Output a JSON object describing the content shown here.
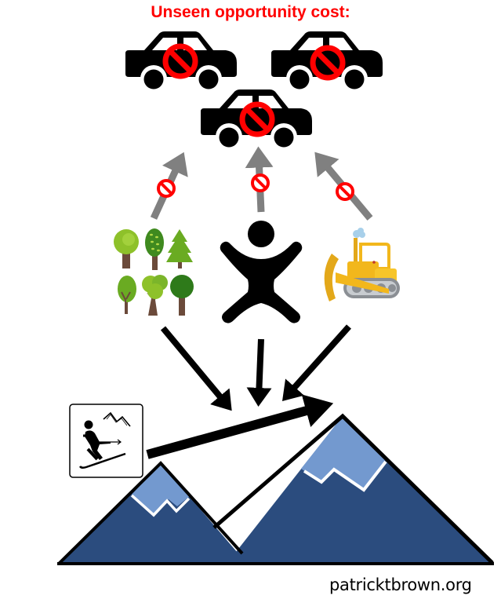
{
  "diagram": {
    "title": "Unseen opportunity cost:",
    "credit": "patricktbrown.org",
    "colors": {
      "title_red": "#ff0000",
      "prohibited_red": "#ff0000",
      "gray_arrow": "#808080",
      "black_arrow": "#000000",
      "mountain_dark": "#2b4c7e",
      "mountain_snow": "#7399cf",
      "snow_line": "#ffffff"
    },
    "nodes": {
      "opportunity_costs": [
        {
          "id": "car-1",
          "icon": "car-icon",
          "overlay": "prohibited-icon"
        },
        {
          "id": "car-2",
          "icon": "car-icon",
          "overlay": "prohibited-icon"
        },
        {
          "id": "car-3",
          "icon": "car-icon",
          "overlay": "prohibited-icon"
        }
      ],
      "resources": [
        {
          "id": "trees",
          "icon": "trees-icon",
          "meaning": "land / natural resources"
        },
        {
          "id": "person",
          "icon": "person-icon",
          "meaning": "labor"
        },
        {
          "id": "bulldozer",
          "icon": "bulldozer-icon",
          "meaning": "capital / machinery"
        }
      ],
      "result": [
        {
          "id": "ski-resort",
          "icon": "skier-icon"
        },
        {
          "id": "mountains",
          "icon": "mountains-icon"
        }
      ]
    },
    "edges": {
      "foregone": [
        {
          "from": "trees",
          "to": "cars",
          "style": "gray",
          "blocked": true
        },
        {
          "from": "person",
          "to": "cars",
          "style": "gray",
          "blocked": true
        },
        {
          "from": "bulldozer",
          "to": "cars",
          "style": "gray",
          "blocked": true
        }
      ],
      "used": [
        {
          "from": "trees",
          "to": "ski-resort",
          "style": "black"
        },
        {
          "from": "person",
          "to": "ski-resort",
          "style": "black"
        },
        {
          "from": "bulldozer",
          "to": "ski-resort",
          "style": "black"
        },
        {
          "from": "skier",
          "to": "mountain-peak",
          "style": "black-thick"
        }
      ]
    }
  }
}
